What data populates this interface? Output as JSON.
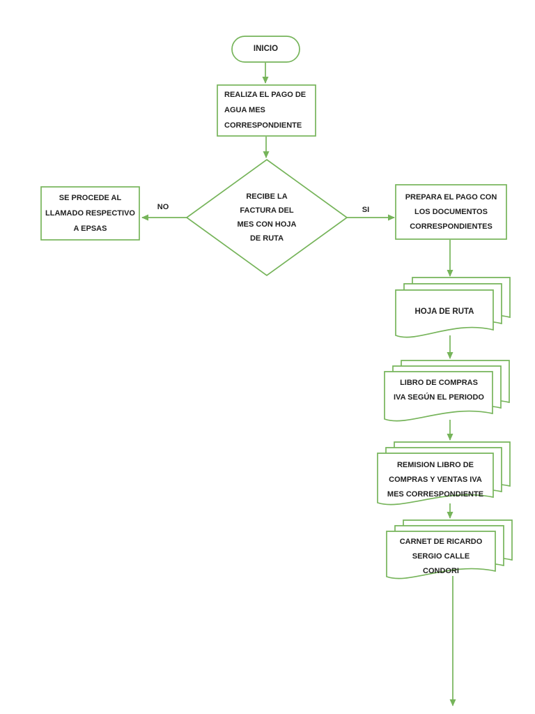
{
  "flowchart": {
    "start": {
      "label": "INICIO"
    },
    "process_pago": {
      "label": "REALIZA EL PAGO DE AGUA MES CORRESPONDIENTE"
    },
    "decision": {
      "label": "RECIBE LA FACTURA DEL MES CON HOJA DE RUTA",
      "no_label": "NO",
      "si_label": "SI"
    },
    "process_llamado": {
      "label": "SE PROCEDE AL LLAMADO RESPECTIVO A EPSAS"
    },
    "process_prepara": {
      "label": "PREPARA EL PAGO CON LOS DOCUMENTOS CORRESPONDIENTES"
    },
    "documents": [
      {
        "label": "HOJA DE RUTA"
      },
      {
        "label": "LIBRO DE COMPRAS IVA SEGÚN EL PERIODO"
      },
      {
        "label": "REMISION LIBRO DE COMPRAS Y VENTAS IVA MES CORRESPONDIENTE"
      },
      {
        "label": "CARNET DE RICARDO SERGIO CALLE CONDORI"
      }
    ],
    "colors": {
      "stroke": "#76b45a",
      "text": "#212121",
      "background": "#ffffff"
    }
  }
}
